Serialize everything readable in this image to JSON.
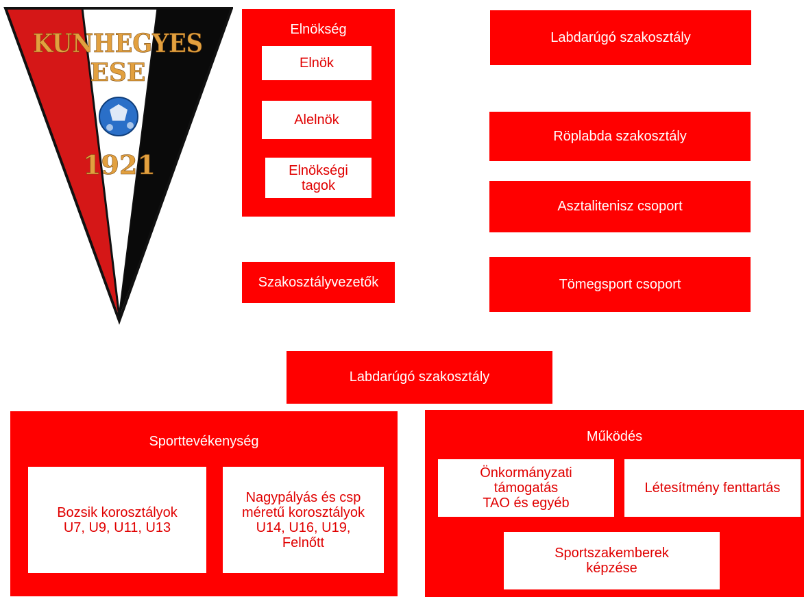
{
  "logo": {
    "line1": "KUNHEGYES",
    "line2": "ESE",
    "year": "1921",
    "colors": {
      "red": "#d51717",
      "black": "#0a0a0a",
      "gold": "#e2a03f",
      "ball": "#2a6fc8"
    }
  },
  "elnokseg": {
    "title": "Elnökség",
    "members": [
      "Elnök",
      "Alelnök",
      "Elnökségi\ntagok"
    ]
  },
  "szakosztalyvezetok": "Szakosztályvezetők",
  "sections": {
    "labdarugo": "Labdarúgó szakosztály",
    "roplabda": "Röplabda szakosztály",
    "asztalitenisz": "Asztalitenisz csoport",
    "tomegsport": "Tömegsport csoport"
  },
  "football": {
    "title": "Labdarúgó szakosztály",
    "sport": {
      "title": "Sporttevékenység",
      "bozsik": "Bozsik korosztályok\nU7, U9, U11, U13",
      "nagypalyas": "Nagypályás és csp\nméretű korosztályok\nU14, U16, U19,\nFelnőtt"
    },
    "mukodes": {
      "title": "Működés",
      "onkormanyzati": "Önkormányzati\ntámogatás\nTAO és egyéb",
      "letesitmeny": "Létesítmény fenttartás",
      "kepzes": "Sportszakemberek\nképzése"
    }
  },
  "colors": {
    "accent": "#ff0000",
    "text_on_white": "#e00000"
  }
}
